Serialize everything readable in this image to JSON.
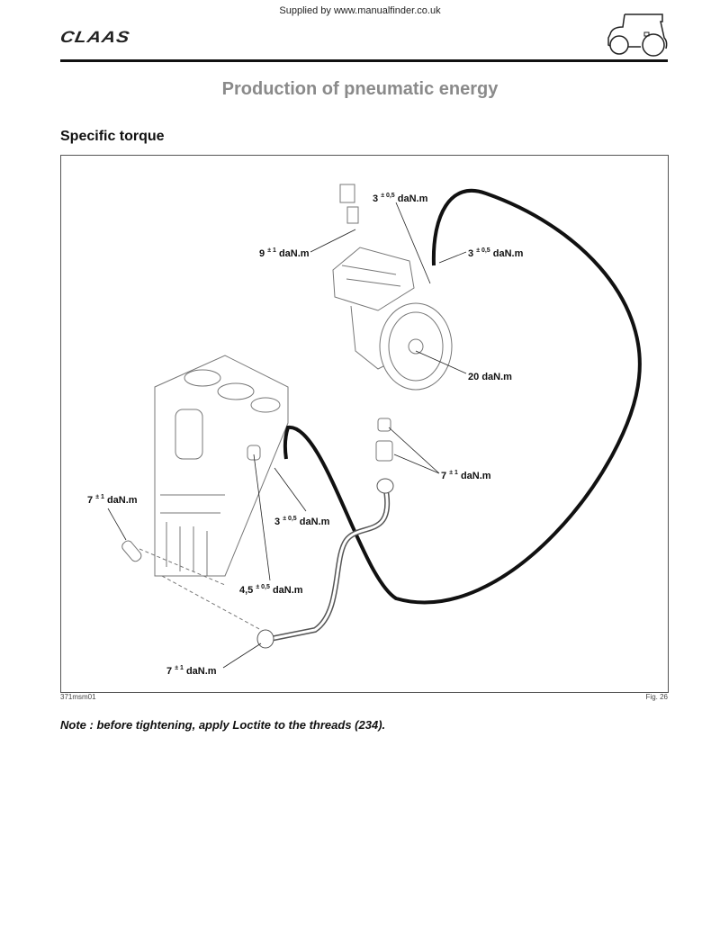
{
  "header": {
    "supplied_by": "Supplied by www.manualfinder.co.uk",
    "logo_text": "CLAAS",
    "tractor_icon": "tractor-icon"
  },
  "page_title": "Production of pneumatic energy",
  "section_title": "Specific torque",
  "figure": {
    "code": "371msm01",
    "number": "Fig. 26",
    "unit": "daN.m",
    "labels": [
      {
        "value": "3",
        "tol": "± 0,5"
      },
      {
        "value": "9",
        "tol": "± 1"
      },
      {
        "value": "3",
        "tol": "± 0,5"
      },
      {
        "value": "20",
        "tol": ""
      },
      {
        "value": "7",
        "tol": "± 1"
      },
      {
        "value": "7",
        "tol": "± 1"
      },
      {
        "value": "3",
        "tol": "± 0,5"
      },
      {
        "value": "4,5",
        "tol": "± 0,5"
      },
      {
        "value": "7",
        "tol": "± 1"
      }
    ]
  },
  "note": "Note : before tightening, apply Loctite to the threads (234)."
}
